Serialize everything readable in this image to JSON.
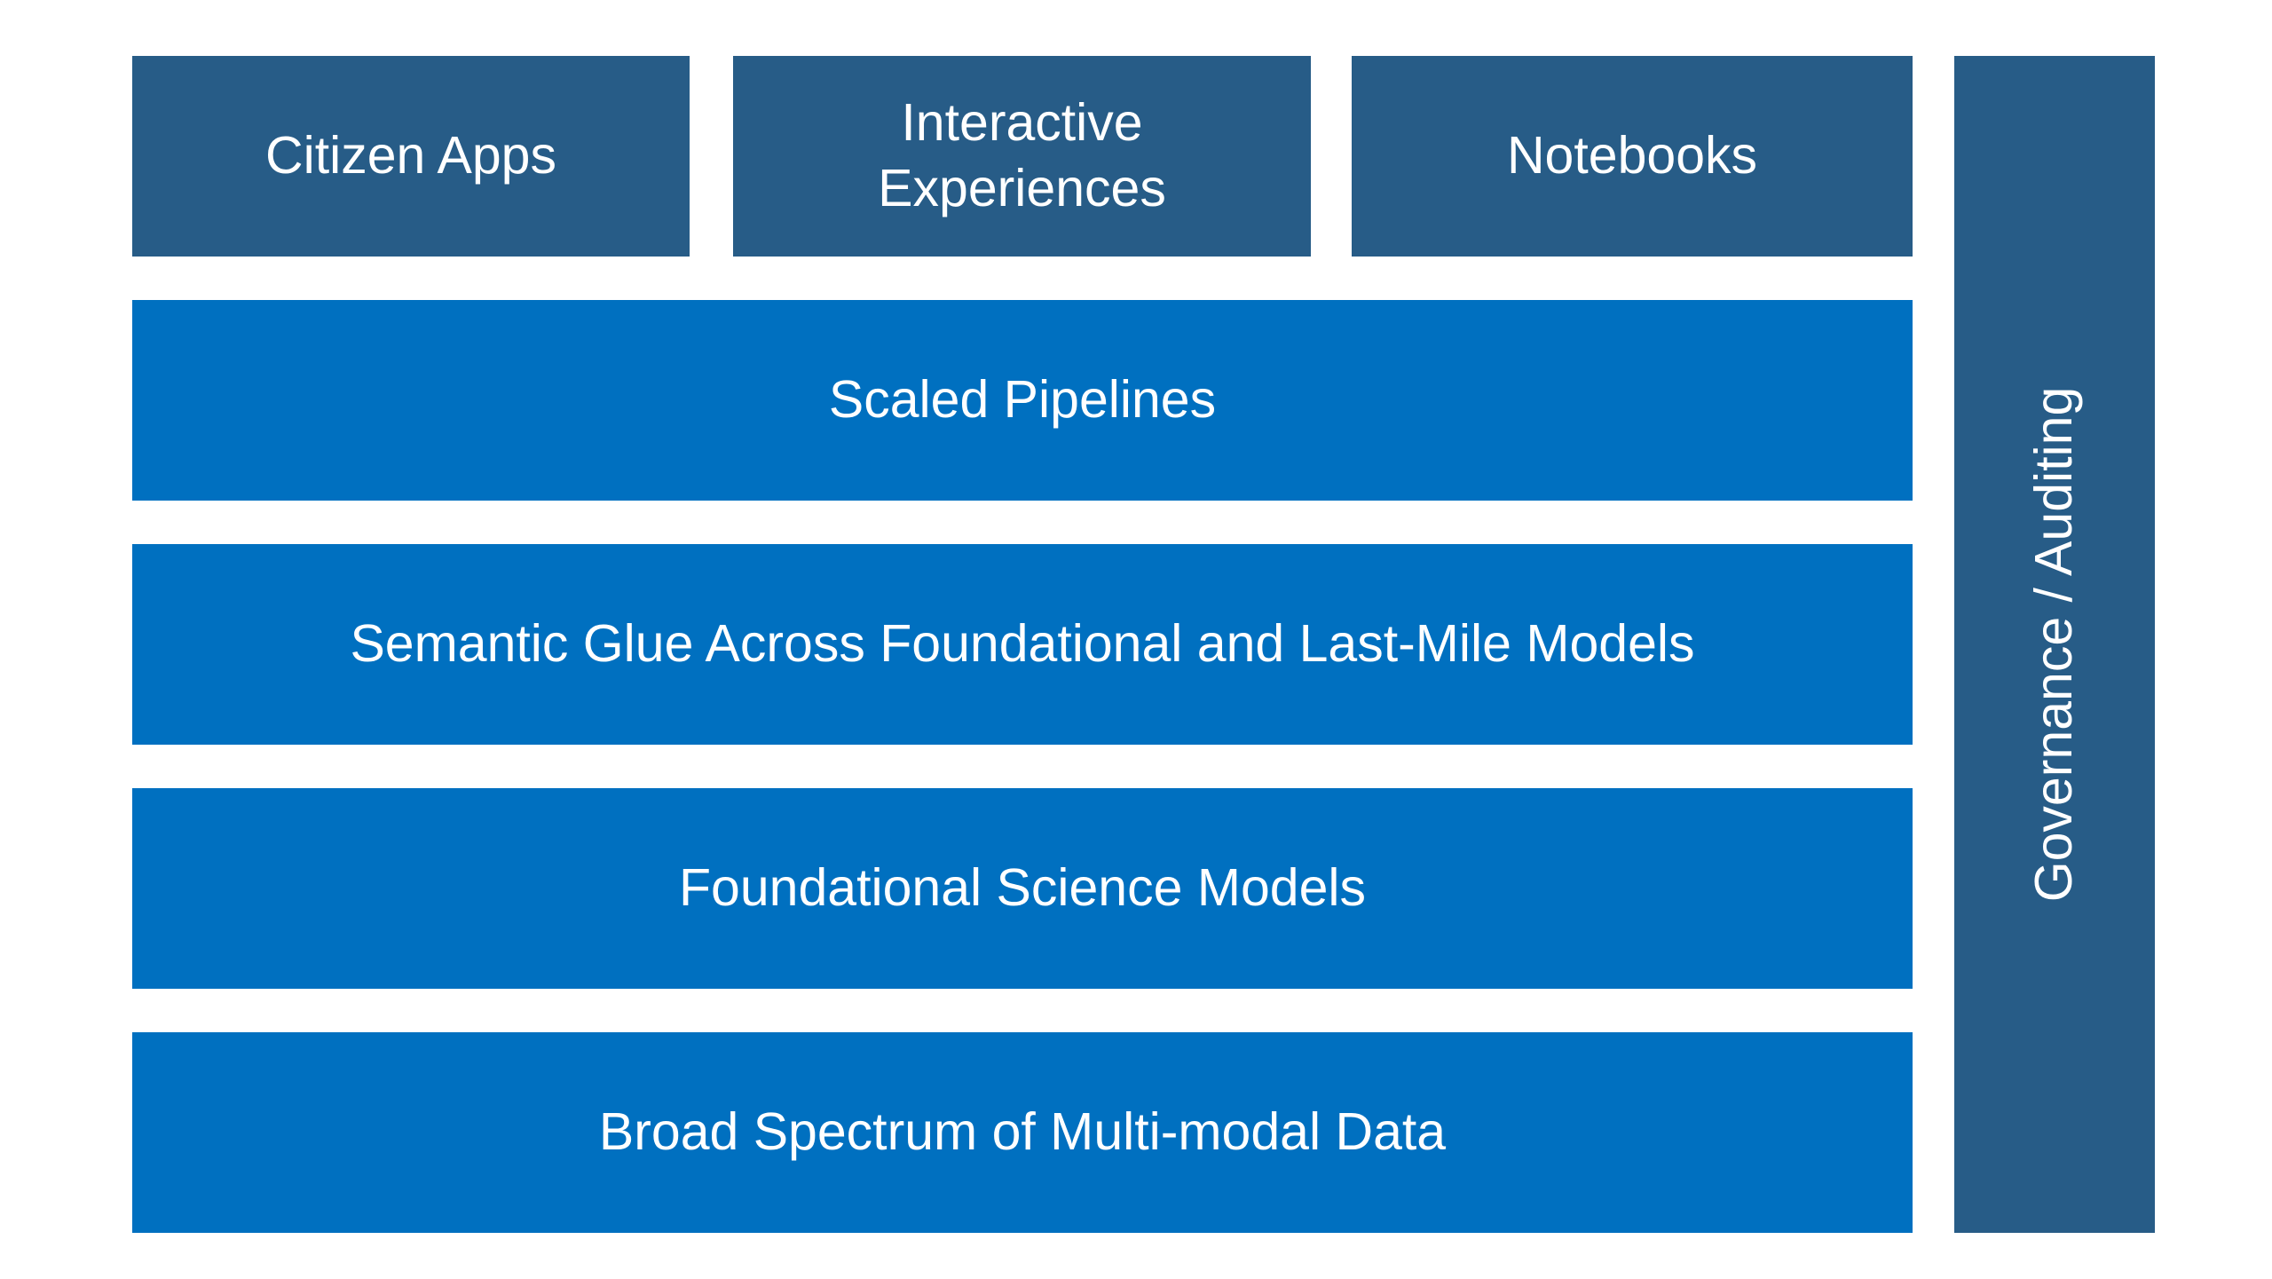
{
  "top_row": {
    "citizen_apps": "Citizen Apps",
    "interactive_line1": "Interactive",
    "interactive_line2": "Experiences",
    "notebooks": "Notebooks"
  },
  "layers": {
    "scaled_pipelines": "Scaled Pipelines",
    "semantic_glue": "Semantic Glue Across Foundational and Last-Mile Models",
    "foundational_models": "Foundational Science Models",
    "data": "Broad Spectrum of Multi-modal Data"
  },
  "side_bar": {
    "label": "Governance / Auditing"
  },
  "colors": {
    "dark_blue": "#275c87",
    "bright_blue": "#0070c0",
    "text": "#ffffff"
  }
}
